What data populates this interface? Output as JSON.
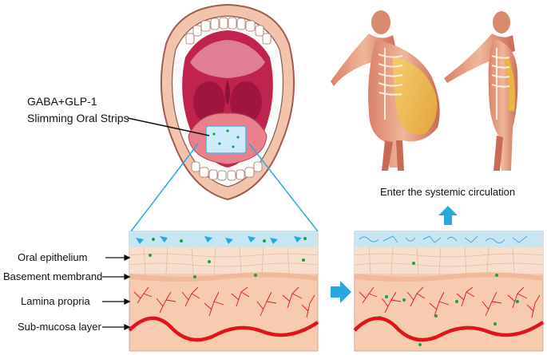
{
  "strip_label": {
    "line1": "GABA+GLP-1",
    "line2": "Slimming Oral Strips"
  },
  "circulation_label": "Enter the systemic circulation",
  "layers": {
    "epithelium": "Oral epithelium",
    "basement": "Basement membrand",
    "lamina": "Lamina propria",
    "submucosa": "Sub-mucosa layer"
  },
  "colors": {
    "accent_blue": "#29a8e0",
    "mucus": "#c8e6f2",
    "epithelium": "#f7dcc9",
    "lamina": "#f6cbb0",
    "vessel": "#e0141b",
    "dot": "#1aa046",
    "mouth_outer": "#f2c9b5",
    "mouth_inner": "#c42a52"
  },
  "icons": [
    "mouth-illustration",
    "oral-strip-icon",
    "body-before-icon",
    "body-after-icon",
    "arrow-right-icon",
    "arrow-up-icon"
  ]
}
